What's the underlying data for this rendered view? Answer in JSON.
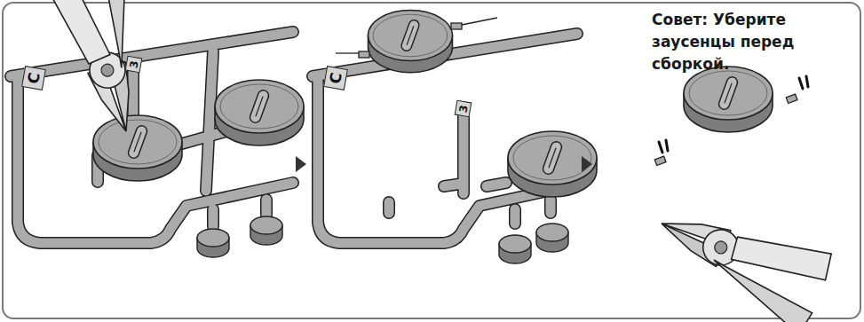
{
  "diagram": {
    "nodes": [
      {
        "text": [
          "C"
        ]
      },
      {
        "text": [
          "3"
        ]
      },
      {
        "text": [
          "C"
        ]
      },
      {
        "text": [
          "3"
        ]
      }
    ],
    "labels": [
      "Совет: Уберите заусенцы перед сборкой."
    ]
  }
}
